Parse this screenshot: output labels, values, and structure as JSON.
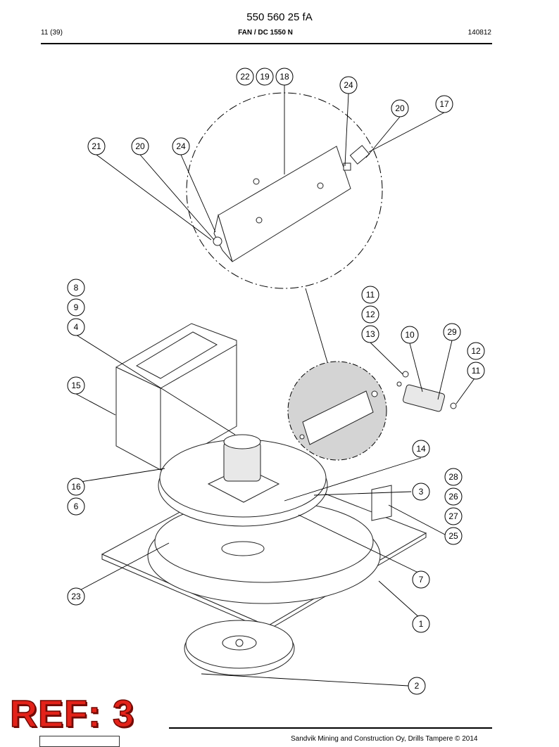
{
  "header": {
    "document_number": "550 560 25 fA",
    "page": "11 (39)",
    "title": "FAN / DC 1550 N",
    "date_code": "140812"
  },
  "stamp": {
    "text": "REF: 3",
    "color": "#e32219"
  },
  "footer": {
    "copyright": "Sandvik Mining and Construction Oy, Drills Tampere © 2014"
  },
  "callouts": [
    "22",
    "19",
    "18",
    "24",
    "20",
    "17",
    "21",
    "20",
    "24",
    "8",
    "9",
    "4",
    "11",
    "12",
    "13",
    "10",
    "29",
    "12",
    "11",
    "15",
    "14",
    "3",
    "28",
    "26",
    "27",
    "25",
    "16",
    "6",
    "7",
    "23",
    "1",
    "2"
  ]
}
